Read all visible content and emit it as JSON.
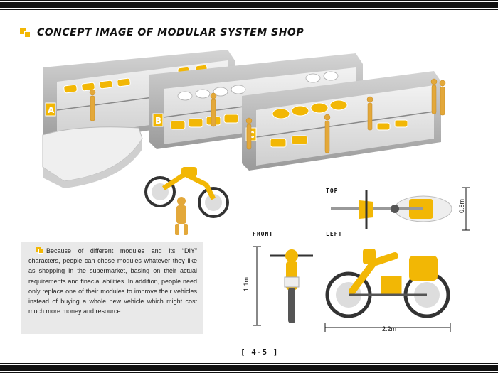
{
  "title": "CONCEPT IMAGE OF MODULAR SYSTEM SHOP",
  "shelf_labels": [
    "A",
    "B",
    "C"
  ],
  "description": "Because of different modules and its “DIY” characters, people can chose modules whatever they like as shopping in the supermarket, basing on their actual requirements and finacial abilities. In addition, people need only replace one of their modules to improve their vehicles instead of buying a whole new vehicle which might cost much more money and resource",
  "views": {
    "top": "TOP",
    "front": "FRONT",
    "left": "LEFT"
  },
  "dimensions": {
    "width": "0.8m",
    "height": "1.1m",
    "length": "2.2m"
  },
  "page_number": "[ 4-5 ]",
  "colors": {
    "accent": "#f2b705",
    "panel": "#e9e9e9",
    "shelf": "#b9b9b9"
  }
}
